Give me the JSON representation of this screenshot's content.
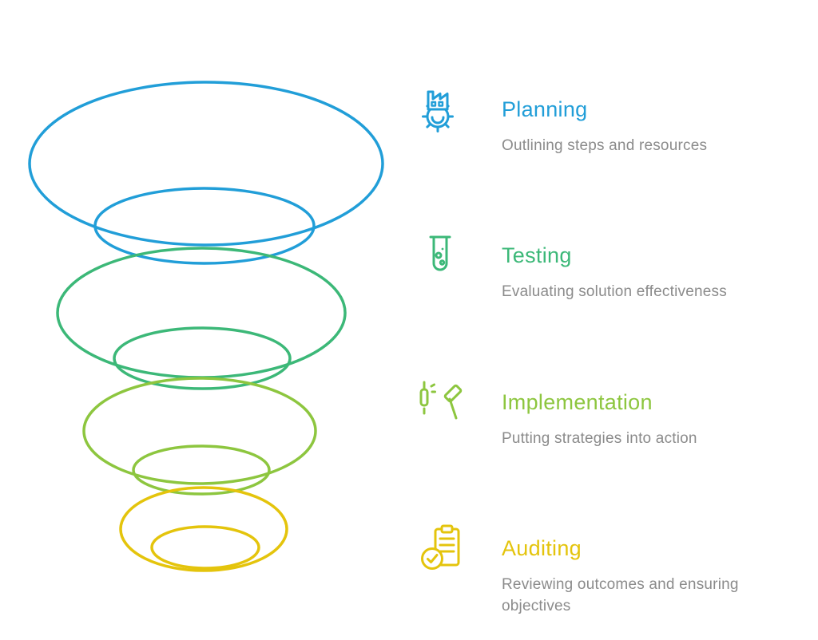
{
  "stages": [
    {
      "label": "Planning",
      "description": "Outlining steps and resources",
      "color": "#219ed8",
      "icon": "factory-gear-icon"
    },
    {
      "label": "Testing",
      "description": "Evaluating solution effectiveness",
      "color": "#3cb878",
      "icon": "test-tube-icon"
    },
    {
      "label": "Implementation",
      "description": "Putting strategies into action",
      "color": "#8dc63f",
      "icon": "hammer-tools-icon"
    },
    {
      "label": "Auditing",
      "description": "Reviewing outcomes and ensuring objectives",
      "color": "#e4c40c",
      "icon": "clipboard-check-icon"
    }
  ],
  "description_text_color": "#8b8b8b",
  "background_color": "#ffffff"
}
